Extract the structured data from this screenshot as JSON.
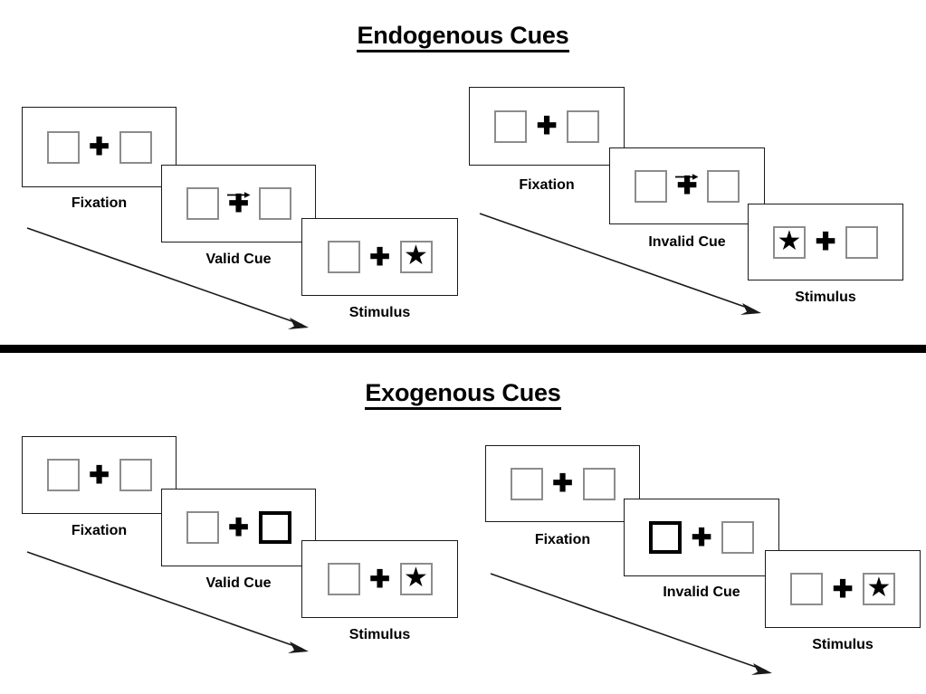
{
  "figure": {
    "sections": [
      {
        "id": "endogenous",
        "title": "Endogenous Cues",
        "cue_type": "arrow",
        "sequences": [
          {
            "id": "endogenous-valid",
            "validity": "valid",
            "frames": [
              {
                "caption": "Fixation",
                "left_box": "empty",
                "right_box": "empty",
                "cue": "none",
                "center": "plus"
              },
              {
                "caption": "Valid Cue",
                "left_box": "empty",
                "right_box": "empty",
                "cue": "arrow-right",
                "center": "plus"
              },
              {
                "caption": "Stimulus",
                "left_box": "empty",
                "right_box": "star",
                "cue": "none",
                "center": "plus"
              }
            ],
            "flow_arrow_label": "time-flow-arrow"
          },
          {
            "id": "endogenous-invalid",
            "validity": "invalid",
            "frames": [
              {
                "caption": "Fixation",
                "left_box": "empty",
                "right_box": "empty",
                "cue": "none",
                "center": "plus"
              },
              {
                "caption": "Invalid Cue",
                "left_box": "empty",
                "right_box": "empty",
                "cue": "arrow-right",
                "center": "plus"
              },
              {
                "caption": "Stimulus",
                "left_box": "star",
                "right_box": "empty",
                "cue": "none",
                "center": "plus"
              }
            ],
            "flow_arrow_label": "time-flow-arrow"
          }
        ]
      },
      {
        "id": "exogenous",
        "title": "Exogenous Cues",
        "cue_type": "box-highlight",
        "sequences": [
          {
            "id": "exogenous-valid",
            "validity": "valid",
            "frames": [
              {
                "caption": "Fixation",
                "left_box": "empty",
                "right_box": "empty",
                "cue": "none",
                "center": "plus"
              },
              {
                "caption": "Valid Cue",
                "left_box": "empty",
                "right_box": "cued",
                "cue": "none",
                "center": "plus"
              },
              {
                "caption": "Stimulus",
                "left_box": "empty",
                "right_box": "star",
                "cue": "none",
                "center": "plus"
              }
            ],
            "flow_arrow_label": "time-flow-arrow"
          },
          {
            "id": "exogenous-invalid",
            "validity": "invalid",
            "frames": [
              {
                "caption": "Fixation",
                "left_box": "empty",
                "right_box": "empty",
                "cue": "none",
                "center": "plus"
              },
              {
                "caption": "Invalid Cue",
                "left_box": "cued",
                "right_box": "empty",
                "cue": "none",
                "center": "plus"
              },
              {
                "caption": "Stimulus",
                "left_box": "empty",
                "right_box": "star",
                "cue": "none",
                "center": "plus"
              }
            ],
            "flow_arrow_label": "time-flow-arrow"
          }
        ]
      }
    ],
    "glyphs": {
      "plus": "✚",
      "star": "★"
    },
    "colors": {
      "box_border": "#8c8c8c",
      "cued_box_border": "#000000",
      "panel_border": "#1a1a1a",
      "divider": "#000000",
      "text": "#000000",
      "background": "#ffffff"
    }
  }
}
